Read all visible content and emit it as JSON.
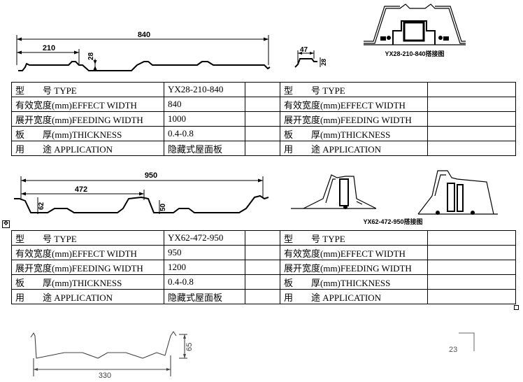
{
  "profile1": {
    "dim_total": "840",
    "dim_pitch": "210",
    "dim_height": "28",
    "detail_width": "47",
    "detail_height": "28",
    "caption": "YX28-210-840搭接图"
  },
  "table1": {
    "rows": [
      [
        "型　　号 TYPE",
        "YX28-210-840",
        "",
        "型　　号 TYPE",
        ""
      ],
      [
        "有效宽度(mm)EFFECT WIDTH",
        "840",
        "",
        "有效宽度(mm)EFFECT WIDTH",
        ""
      ],
      [
        "展开宽度(mm)FEEDING WIDTH",
        "1000",
        "",
        "展开宽度(mm)FEEDING WIDTH",
        ""
      ],
      [
        "板　　厚(mm)THICKNESS",
        "0.4-0.8",
        "",
        "板　　厚(mm)THICKNESS",
        ""
      ],
      [
        "用　　途 APPLICATION",
        "隐藏式屋面板",
        "",
        "用　　途 APPLICATION",
        ""
      ]
    ]
  },
  "profile2": {
    "dim_total": "950",
    "dim_pitch": "472",
    "dim_height_a": "62",
    "dim_height_b": "50",
    "caption": "YX62-472-950搭接图"
  },
  "table2": {
    "rows": [
      [
        "型　　号 TYPE",
        "YX62-472-950",
        "",
        "型　　号 TYPE",
        ""
      ],
      [
        "有效宽度(mm)EFFECT WIDTH",
        "950",
        "",
        "有效宽度(mm)EFFECT WIDTH",
        ""
      ],
      [
        "展开宽度(mm)FEEDING WIDTH",
        "1200",
        "",
        "展开宽度(mm)FEEDING WIDTH",
        ""
      ],
      [
        "板　　厚(mm)THICKNESS",
        "0.4-0.8",
        "",
        "板　　厚(mm)THICKNESS",
        ""
      ],
      [
        "用　　途 APPLICATION",
        "隐藏式屋面板",
        "",
        "用　　途 APPLICATION",
        ""
      ]
    ]
  },
  "profile3": {
    "dim_width": "330",
    "dim_height": "65"
  },
  "editor": {
    "move_handle": "✥",
    "page_number": "23"
  }
}
